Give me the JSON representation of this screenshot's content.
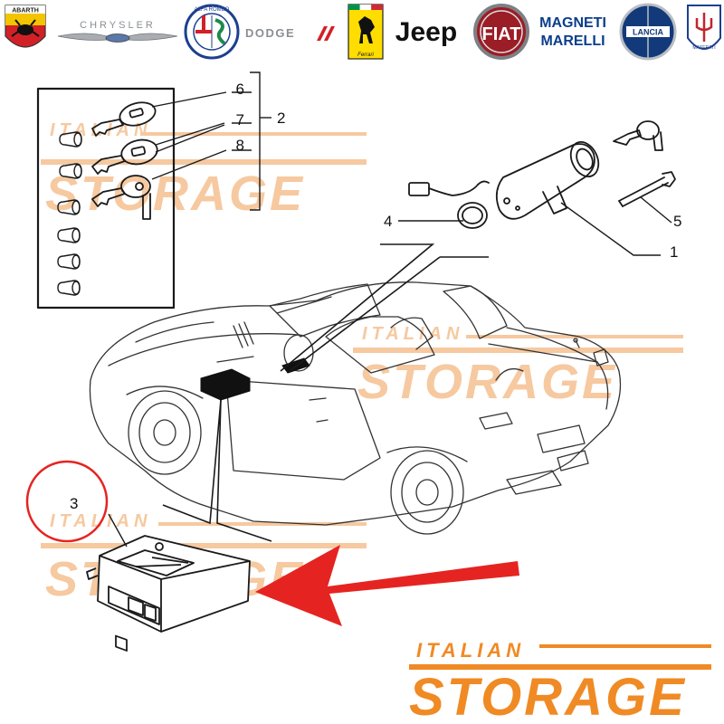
{
  "brands": {
    "abarth": "ABARTH",
    "chrysler": "CHRYSLER",
    "alfa_romeo": "ALFA ROMEO",
    "dodge": "DODGE",
    "ferrari": "Ferrari",
    "jeep": "Jeep",
    "fiat": "FIAT",
    "magneti_marelli_1": "MAGNETI",
    "magneti_marelli_2": "MARELLI",
    "lancia": "LANCIA",
    "maserati": "MASERATI"
  },
  "callouts": {
    "c1": "1",
    "c2": "2",
    "c3": "3",
    "c4": "4",
    "c5": "5",
    "c6": "6",
    "c7": "7",
    "c8": "8"
  },
  "watermark": {
    "line1": "ITALIAN",
    "line2": "STORAGE"
  },
  "footer_logo": {
    "line1": "ITALIAN",
    "line2": "STORAGE"
  },
  "colors": {
    "brand_orange": "#f08a24",
    "watermark_orange": "#f6c9a0",
    "highlight_red": "#e52421",
    "line_dark": "#1a1a1a"
  }
}
